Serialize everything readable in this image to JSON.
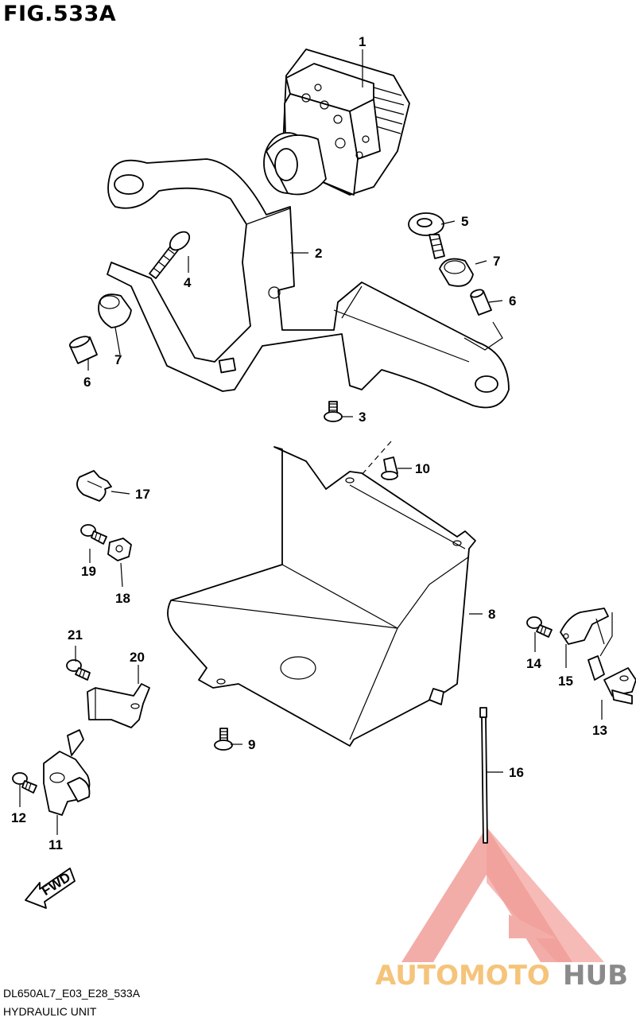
{
  "figure": {
    "title": "FIG.533A",
    "code": "DL650AL7_E03_E28_533A",
    "description": "HYDRAULIC UNIT"
  },
  "callouts": [
    "1",
    "2",
    "3",
    "4",
    "5",
    "6",
    "7",
    "7",
    "6",
    "8",
    "9",
    "10",
    "11",
    "12",
    "13",
    "14",
    "15",
    "16",
    "17",
    "18",
    "19",
    "20",
    "21"
  ],
  "fwd_label": "FWD",
  "watermark": {
    "part1": "AUTOMOTO",
    "part2": "HUB",
    "color_primary": "#f0928c",
    "color_accent": "#f5c47a",
    "color_dark": "#8a8a8a"
  }
}
